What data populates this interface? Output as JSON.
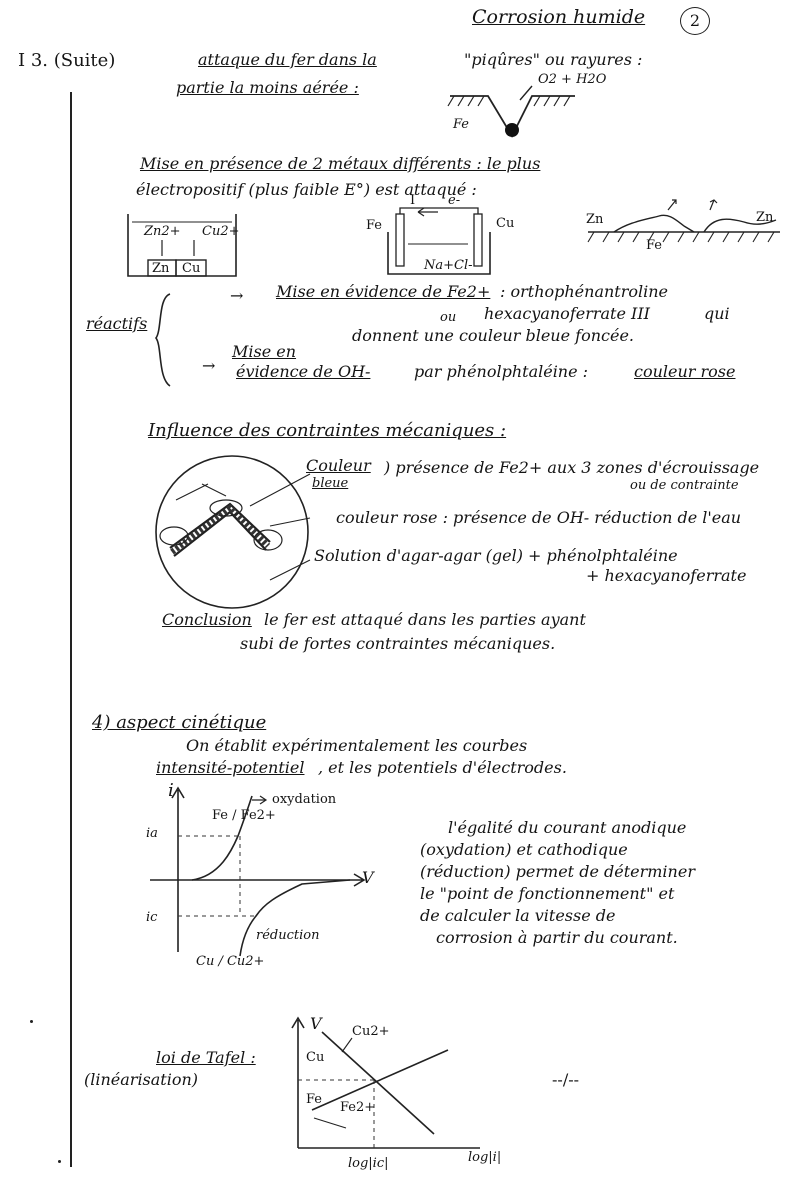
{
  "header": {
    "title": "Corrosion humide",
    "page_number": "2"
  },
  "section_I3": {
    "label": "I 3. (Suite)",
    "attack_line1": "attaque du fer dans la",
    "attack_line2": "partie la moins aérée :",
    "piqures": "\"piqûres\" ou rayures :",
    "o2_h2o": "O2 + H2O",
    "fe": "Fe"
  },
  "two_metals": {
    "line1": "Mise en présence de 2 métaux différents : le plus",
    "line2": "électropositif (plus faible E°) est attaqué :",
    "diag1_zn_ion": "Zn2+",
    "diag1_cu_ion": "Cu2+",
    "diag1_zn": "Zn",
    "diag1_cu": "Cu",
    "diag2_fe": "Fe",
    "diag2_cu": "Cu",
    "diag2_i": "I",
    "diag2_e": "e-",
    "diag2_nacl": "Na+Cl-",
    "diag3_zn_left": "Zn",
    "diag3_zn_right": "Zn",
    "diag3_fe": "Fe"
  },
  "reactifs": {
    "label": "réactifs",
    "arrow1": "→",
    "item1_title": "Mise en évidence de Fe2+",
    "item1_text": ": orthophénantroline",
    "item1_or": "ou",
    "item1_text2": "hexacyanoferrate III",
    "item1_qui": "qui",
    "item1_text3": "donnent une couleur bleue foncée.",
    "arrow2": "→",
    "item2_title1": "Mise en",
    "item2_title2": "évidence de OH-",
    "item2_text": "par phénolphtaléine :",
    "item2_color": "couleur rose"
  },
  "contraintes": {
    "title": "Influence des contraintes mécaniques :",
    "label1a": "Couleur",
    "label1b": "bleue",
    "label1_text": ") présence de Fe2+ aux 3 zones d'écrouissage",
    "label1_text2": "ou de contrainte",
    "label2": "couleur rose : présence de OH- réduction de l'eau",
    "label3": "Solution d'agar-agar (gel) + phénolphtaléine",
    "label3b": "+ hexacyanoferrate",
    "conclusion_title": "Conclusion",
    "conclusion_line1": "le fer est attaqué dans les parties ayant",
    "conclusion_line2": "subi de fortes contraintes mécaniques."
  },
  "aspect": {
    "title": "4) aspect cinétique",
    "line1": "On établit expérimentalement les courbes",
    "line2a": "intensité-potentiel",
    "line2b": ", et les potentiels d'électrodes.",
    "graph_i": "i",
    "graph_v": "V",
    "graph_oxydation": "oxydation",
    "graph_fe_couple": "Fe / Fe2+",
    "graph_ia": "ia",
    "graph_ic": "ic",
    "graph_reduction": "réduction",
    "graph_cu_couple": "Cu / Cu2+",
    "explain1": "l'égalité du courant anodique",
    "explain2": "(oxydation) et cathodique",
    "explain3": "(réduction) permet de déterminer",
    "explain4": "le \"point de fonctionnement\" et",
    "explain5": "de calculer la vitesse de",
    "explain6": "corrosion à partir du courant."
  },
  "tafel": {
    "title": "loi de Tafel :",
    "subtitle": "(linéarisation)",
    "axis_v": "V",
    "cu": "Cu",
    "cu_ion": "Cu2+",
    "fe": "Fe",
    "fe_ion": "Fe2+",
    "x_tick": "log|ic|",
    "x_label": "log|i|",
    "continued": "--/--"
  }
}
